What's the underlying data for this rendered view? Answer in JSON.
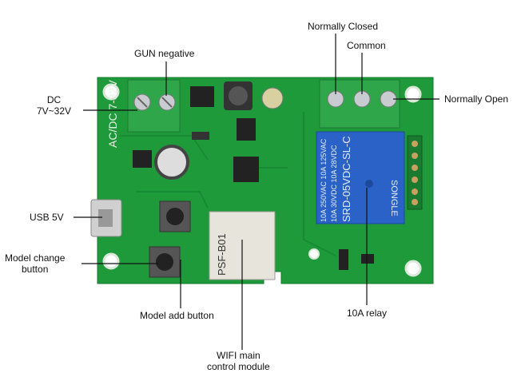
{
  "labels": {
    "gun_negative": "GUN negative",
    "normally_closed": "Normally Closed",
    "common": "Common",
    "normally_open": "Normally Open",
    "dc_line1": "DC",
    "dc_line2": "7V~32V",
    "usb": "USB 5V",
    "model_change_line1": "Model change",
    "model_change_line2": "button",
    "model_add": "Model add button",
    "wifi_line1": "WIFI main",
    "wifi_line2": "control module",
    "relay": "10A relay"
  },
  "board_markings": {
    "power_silk": "AC/DC 7-32V",
    "module_name": "PSF-B01",
    "relay_model": "SRD-05VDC-SL-C",
    "relay_brand": "SONGLE",
    "relay_spec1": "10A 250VAC 10A 125VAC",
    "relay_spec2": "10A 30VDC 10A 28VDC"
  },
  "colors": {
    "pcb": "#1f9a3a",
    "pcb_dark": "#14782a",
    "terminal": "#2fa64a",
    "relay": "#2a62c8"
  }
}
